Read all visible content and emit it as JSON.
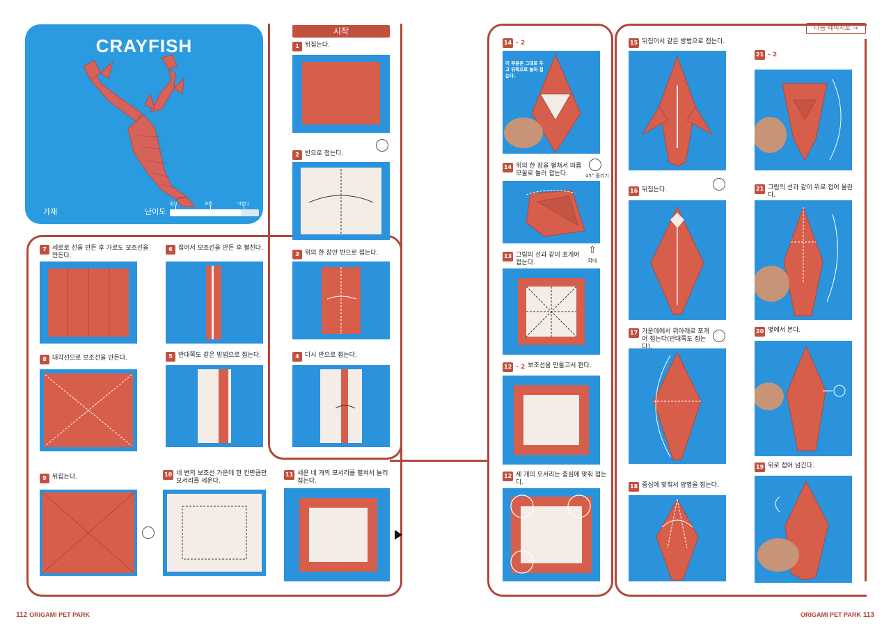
{
  "hero": {
    "title": "CRAYFISH",
    "material_label": "가재",
    "difficulty_label": "난이도",
    "levels": [
      "쉽다",
      "보통",
      "어렵다"
    ],
    "difficulty_level": 0.8
  },
  "start_label": "시작",
  "next_page_label": "다음 페이지로 →",
  "steps": {
    "s1": {
      "num": "1",
      "text": "뒤집는다."
    },
    "s2": {
      "num": "2",
      "text": "반으로 접는다."
    },
    "s3": {
      "num": "3",
      "text": "위의 한 장만 반으로 접는다."
    },
    "s4": {
      "num": "4",
      "text": "다시 반으로 접는다."
    },
    "s5": {
      "num": "5",
      "text": "반대쪽도 같은 방법으로 접는다."
    },
    "s6": {
      "num": "6",
      "text": "접어서 보조선을 만든 후 펼친다."
    },
    "s7": {
      "num": "7",
      "text": "세로로 선을 만든 후 가로도 보조선을 만든다."
    },
    "s8": {
      "num": "8",
      "text": "대각선으로 보조선을 만든다."
    },
    "s9": {
      "num": "9",
      "text": "뒤집는다."
    },
    "s10": {
      "num": "10",
      "text": "네 변의 보조선 가운데 한 칸만큼만 모서리를 세운다."
    },
    "s11": {
      "num": "11",
      "text": "세운 네 개의 모서리를 펼쳐서 눌러 접는다."
    },
    "s12": {
      "num": "12",
      "text": "세 개의 모서리는 중심에 맞춰 접는다."
    },
    "s12b": {
      "num": "12",
      "sub": "- 2",
      "text": "보조선을 만들고서 편다."
    },
    "s13": {
      "num": "13",
      "text": "그림의 선과 같이 포개어 접는다."
    },
    "s14": {
      "num": "14",
      "text": "위의 한 장을 펼쳐서 마름모꼴로 눌러 접는다."
    },
    "s14b": {
      "num": "14",
      "sub": "- 2",
      "text": ""
    },
    "s15": {
      "num": "15",
      "text": "뒤집어서 같은 방법으로 접는다."
    },
    "s16": {
      "num": "16",
      "text": "뒤집는다."
    },
    "s17": {
      "num": "17",
      "text": "가운데에서 위아래로 포개어 접는다(반대쪽도 접는다)."
    },
    "s18": {
      "num": "18",
      "text": "중심에 맞춰서 양옆을 접는다."
    },
    "s19": {
      "num": "19",
      "text": "뒤로 접어 넘긴다."
    },
    "s20": {
      "num": "20",
      "text": "옆에서 본다."
    },
    "s21": {
      "num": "21",
      "text": "그림의 선과 같이 위로 접어 올린다."
    },
    "s21b": {
      "num": "21",
      "sub": "- 2",
      "text": ""
    }
  },
  "notes": {
    "enlarge": "확대",
    "rotate45": "45° 돌리기",
    "overlay_14b": "이 부분은 그대로 두고 뒤쪽으로 눌러 접는다."
  },
  "footer": {
    "left_page": "112",
    "left_title": "ORIGAMI PET PARK",
    "right_title": "ORIGAMI PET PARK",
    "right_page": "113"
  },
  "colors": {
    "accent": "#c1503f",
    "sky": "#2a93dc",
    "paper": "#d85e4c",
    "paper_back": "#f4ece6"
  }
}
